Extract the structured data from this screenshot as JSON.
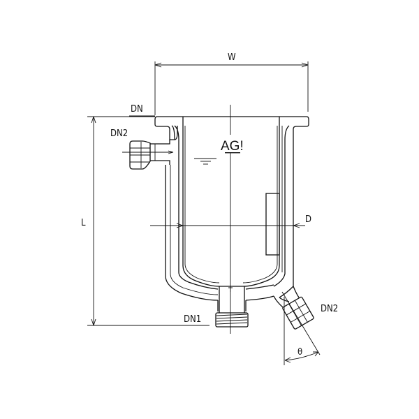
{
  "labels": {
    "width": "W",
    "flange": "DN",
    "side_nozzle": "DN2",
    "length": "L",
    "diameter": "D",
    "bottom_outlet": "DN1",
    "angled_nozzle": "DN2",
    "angle": "θ"
  },
  "logo": {
    "text": "AG!"
  },
  "colors": {
    "line": "#111111",
    "background": "#ffffff"
  }
}
